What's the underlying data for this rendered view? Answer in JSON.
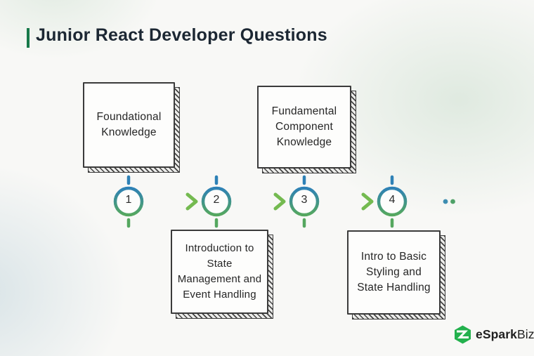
{
  "title": {
    "text": "Junior React Developer Questions"
  },
  "diagram": {
    "steps": [
      {
        "number": "1",
        "label": "Foundational Knowledge",
        "label_position": "above"
      },
      {
        "number": "2",
        "label": "Introduction to State Management and Event Handling",
        "label_position": "below"
      },
      {
        "number": "3",
        "label": "Fundamental Component Knowledge",
        "label_position": "above"
      },
      {
        "number": "4",
        "label": "Intro to Basic Styling and State Handling",
        "label_position": "below"
      }
    ],
    "continuation": "ellipsis-dots"
  },
  "branding": {
    "name_bold": "eSpark",
    "name_light": "Biz"
  },
  "colors": {
    "accent_bar": "#17794a",
    "title_text": "#1c2733",
    "node_blue": "#2e81b6",
    "node_green": "#55a75f",
    "arrow_green": "#74ba50",
    "line_teal": "#41958a",
    "dot_blue": "#3e8db1",
    "dot_green": "#4fa168",
    "box_border": "#3b3b3b",
    "logo_green": "#23b14d",
    "logo_text": "#1f1f1f"
  }
}
